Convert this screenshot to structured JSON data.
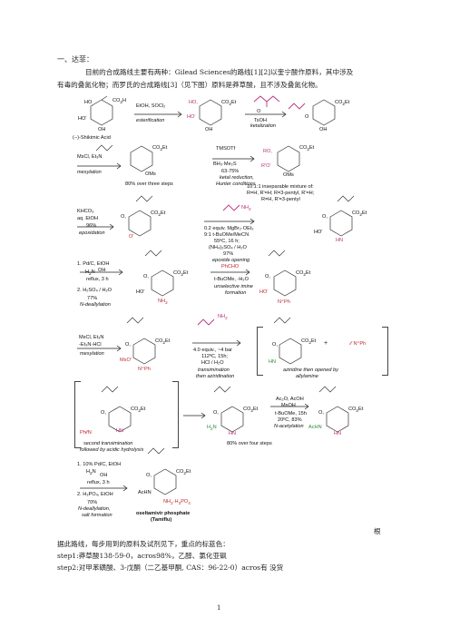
{
  "header": {
    "mark": ""
  },
  "section": {
    "heading": "一、达菲："
  },
  "intro": {
    "line1": "目前的合成路线主要有两种：Gilead Sciences的路线[1][2]以奎宁酸作原料，其中涉及",
    "line2": "有毒的叠氮化物；而罗氏的合成路线[3]（见下图）原料是莽草酸，且不涉及叠氮化物。"
  },
  "scheme": {
    "start_label": "(−)-Shikimic Acid",
    "row1": {
      "step1": {
        "reagents": "EtOH, SOCl₂",
        "name": "esterification"
      },
      "step2": {
        "reagents": "TsOH",
        "name": "ketalization"
      }
    },
    "row2": {
      "step1": {
        "reagents": "MsCl, Et₃N",
        "name": "mesylation",
        "yield": "80% over three steps"
      },
      "step2": {
        "reagents": "TMSOTf",
        "reagents2": "BH₃·Me₂S",
        "yield": "63-75%",
        "name": "ketal reduction,",
        "name2": "Hunter conditions"
      },
      "mixture": {
        "line1": "10:1:1 inseparable mixture of:",
        "line2": "R=H, R'=H; R=3-pentyl, R'=H;",
        "line3": "R=H, R'=3-pentyl"
      }
    },
    "row3": {
      "step1": {
        "reagents": "KHCO₃",
        "reagents2": "aq. EtOH",
        "yield": "96%",
        "name": "epoxidation"
      },
      "step2": {
        "reagents": "0.2 equiv. MgBr₂·OEt₂",
        "reagents2": "9:1 t-BuOMe/MeCN",
        "reagents3": "55ºC, 16 h;",
        "reagents4": "(NH₄)₂SO₄ / H₂O",
        "yield": "97%",
        "name": "epoxide opening"
      }
    },
    "row4": {
      "step1": {
        "reagents": "1. Pd/C, EtOH",
        "reagents2": "reflux, 3 h",
        "reagents3": "2. H₂SO₄ / H₂O",
        "yield": "77%",
        "name": "N-deallylation"
      },
      "step2": {
        "reagents": "PhCHO",
        "reagents2": "t-BuOMe, -H₂O",
        "name": "unselective imine",
        "name2": "formation"
      }
    },
    "row5": {
      "step1": {
        "reagents": "MsCl, Et₃N",
        "reagents2": "-Et₃N·HCl",
        "name": "mesylation"
      },
      "step2": {
        "reagents": "4.0 equiv., ~4 bar",
        "reagents2": "112ºC, 15h;",
        "reagents3": "HCl / H₂O",
        "name": "transimination",
        "name2": "then aziridination"
      },
      "note": {
        "line1": "aziridine then opened by",
        "line2": "allylamine"
      }
    },
    "row6": {
      "note": {
        "line1": "second transimination",
        "line2": "followed by acidic hydrolysis"
      },
      "yield": "80% over four steps",
      "step": {
        "reagents": "Ac₂O, AcOH",
        "reagents2": "MsOH",
        "reagents3": "t-BuOMe, 15h",
        "reagents4": "20ºC, 83%",
        "name": "N-acetylation"
      }
    },
    "row7": {
      "step": {
        "reagents": "1. 10% Pd/C, EtOH",
        "reagents2": "reflux, 3 h",
        "reagents3": "2. H₃PO₄, EtOH",
        "yield": "70%",
        "name": "N-deallylation,",
        "name2": "salt formation"
      },
      "product": {
        "name": "oseltamivir phosphate",
        "name2": "(Tamiflu)"
      }
    }
  },
  "footer_text": {
    "root_char": "根",
    "line1": "据此路线，每步用到的原料及试剂见下，重点的标蓝色：",
    "line2": "step1:莽草酸138-59-0，acros98%，乙醇、氯化亚砜",
    "line3": "step2:对甲苯磺酸、3-戊酮（二乙基甲酮, CAS：96-22-0）acros有 没货"
  },
  "page": {
    "number": "1"
  }
}
